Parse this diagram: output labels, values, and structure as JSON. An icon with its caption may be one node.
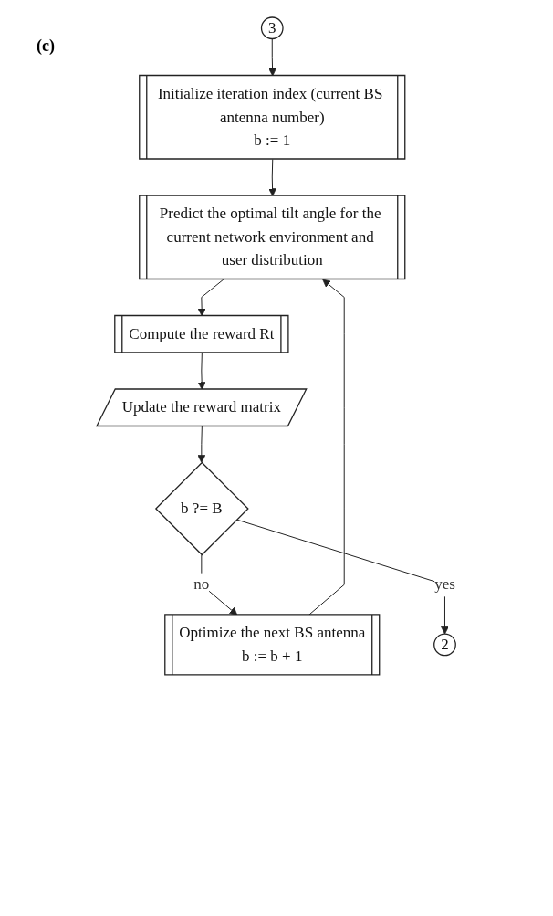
{
  "diagram": {
    "nodes": [
      {
        "text": [
          "3"
        ]
      },
      {
        "text": [
          "Initialize iteration index (current BS antenna number)",
          "b := 1"
        ]
      },
      {
        "text": [
          "Predict the optimal tilt angle for the current network environment and user distribution"
        ]
      },
      {
        "text": [
          "Compute the reward Rt"
        ]
      },
      {
        "text": [
          "Update the reward matrix"
        ]
      },
      {
        "text": [
          "b ?= B"
        ]
      },
      {
        "text": [
          "2"
        ]
      },
      {
        "text": [
          "Optimize the next BS antenna",
          "b := b + 1"
        ]
      }
    ],
    "edges": [
      {
        "from": 0,
        "to": 1,
        "arrow": "to"
      },
      {
        "from": 1,
        "to": 2,
        "arrow": "to"
      },
      {
        "from": 2,
        "to": 3,
        "arrow": "to"
      },
      {
        "from": 3,
        "to": 4,
        "arrow": "to"
      },
      {
        "from": 4,
        "to": 5,
        "arrow": "to"
      },
      {
        "from": 5,
        "to": 7,
        "arrow": "to",
        "label": "no"
      },
      {
        "from": 7,
        "to": 2,
        "arrow": "to"
      },
      {
        "from": 5,
        "to": 6,
        "arrow": "to",
        "label": "yes"
      }
    ],
    "labels": [
      "(c)"
    ]
  }
}
